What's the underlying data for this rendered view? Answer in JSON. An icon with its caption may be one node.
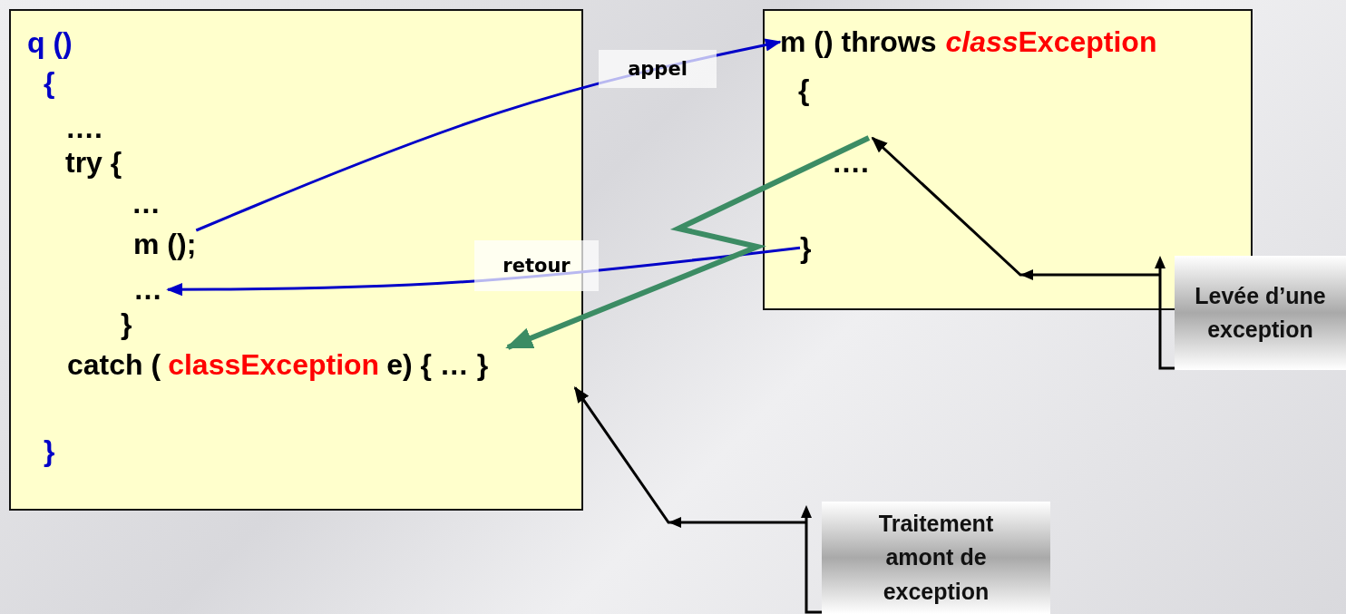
{
  "diagram": {
    "nodes": [
      {
        "text": [
          "q ()",
          "{",
          "….",
          "try {",
          "…",
          "}",
          "}"
        ]
      },
      {
        "text": [
          "m ();"
        ],
        "in": 0
      },
      {
        "text": [
          "…"
        ],
        "in": 0
      },
      {
        "text": [
          "catch (",
          "classException",
          "e) { … }"
        ],
        "in": 0
      },
      {
        "text": [
          "{"
        ]
      },
      {
        "text": [
          "m ()  throws",
          "class",
          "Exception"
        ],
        "in": 4
      },
      {
        "text": [
          "…."
        ],
        "in": 4
      },
      {
        "text": [
          "}"
        ],
        "in": 4
      },
      {
        "text": [
          "Levée d’une exception"
        ]
      },
      {
        "text": [
          "Traitement amont de exception"
        ]
      }
    ],
    "edges": [
      {
        "from": 1,
        "to": 5,
        "arrow": "to",
        "label": "appel",
        "color": "#0000c8"
      },
      {
        "from": 7,
        "to": 2,
        "arrow": "to",
        "label": "retour",
        "color": "#0000c8"
      },
      {
        "from": 6,
        "to": 3,
        "arrow": "to",
        "style": "thick",
        "color": "#3c8c64"
      },
      {
        "from": 8,
        "to": 6,
        "arrow": "to",
        "color": "#000000"
      },
      {
        "from": 9,
        "to": 3,
        "arrow": "to",
        "color": "#000000"
      }
    ]
  }
}
